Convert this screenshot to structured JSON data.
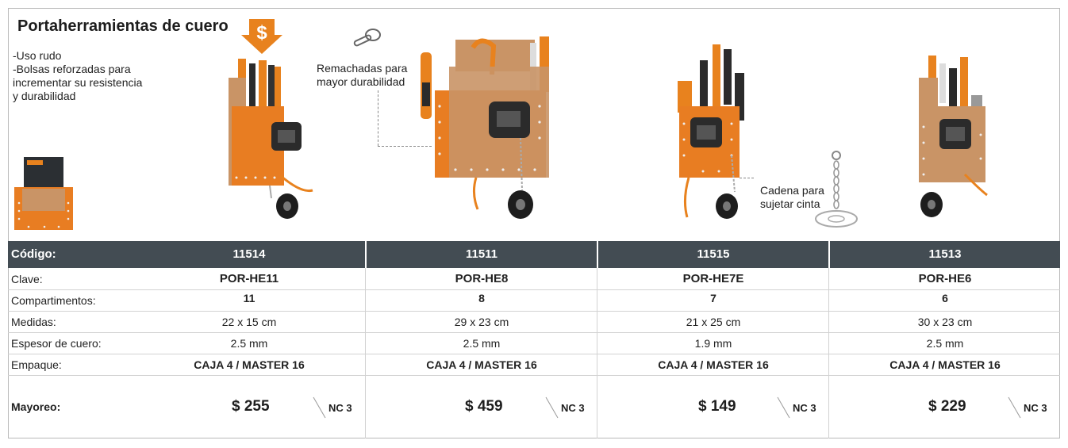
{
  "title": "Portaherramientas de cuero",
  "features": [
    "-Uso rudo",
    "-Bolsas reforzadas para",
    " incrementar su resistencia",
    " y durabilidad"
  ],
  "callouts": {
    "rivets": [
      "Remachadas para",
      "mayor durabilidad"
    ],
    "chain": [
      "Cadena para",
      "sujetar cinta"
    ]
  },
  "colors": {
    "header_bg": "#434c53",
    "accent": "#e8821e",
    "leather_orange": "#e87d22",
    "leather_tan": "#c99466"
  },
  "table": {
    "header_label": "Código:",
    "codes": [
      "11514",
      "11511",
      "11515",
      "11513"
    ],
    "rows": [
      {
        "label": "Clave:",
        "values": [
          "POR-HE11",
          "POR-HE8",
          "POR-HE7E",
          "POR-HE6"
        ]
      },
      {
        "label": "Compartimentos:",
        "values": [
          "11",
          "8",
          "7",
          "6"
        ]
      },
      {
        "label": "Medidas:",
        "values": [
          "22 x 15 cm",
          "29 x 23 cm",
          "21 x 25 cm",
          "30 x 23 cm"
        ]
      },
      {
        "label": "Espesor de cuero:",
        "values": [
          "2.5 mm",
          "2.5 mm",
          "1.9 mm",
          "2.5 mm"
        ]
      },
      {
        "label": "Empaque:",
        "values": [
          "CAJA 4 / MASTER 16",
          "CAJA 4 / MASTER 16",
          "CAJA 4 / MASTER 16",
          "CAJA 4 / MASTER 16"
        ]
      }
    ],
    "wholesale": {
      "label": "Mayoreo:",
      "prices": [
        "$ 255",
        "$ 459",
        "$ 149",
        "$ 229"
      ],
      "nc": [
        "NC 3",
        "NC 3",
        "NC 3",
        "NC 3"
      ]
    }
  }
}
